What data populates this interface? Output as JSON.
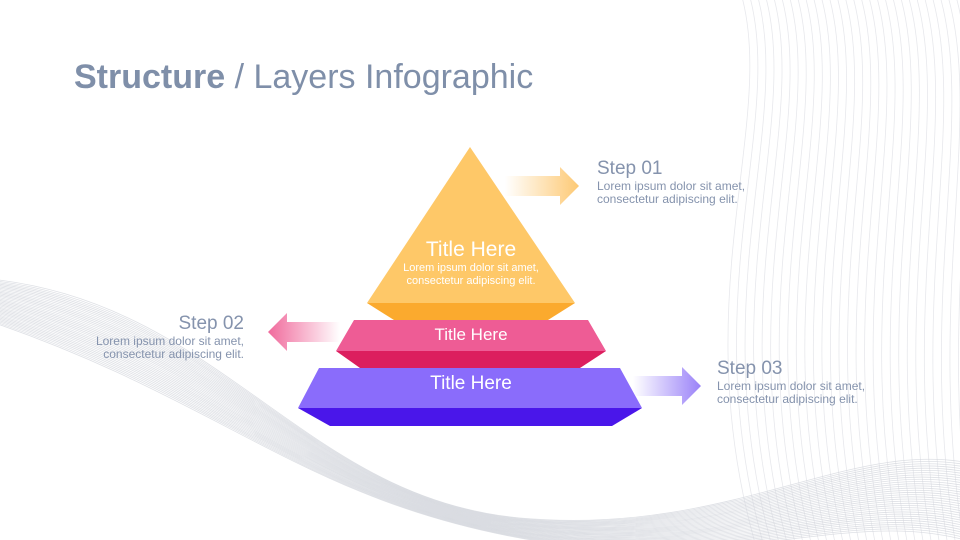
{
  "slide": {
    "title_bold": "Structure",
    "title_sep": " / ",
    "title_rest": "Layers Infographic"
  },
  "pyramid": {
    "top": {
      "title": "Title Here",
      "desc_1": "Lorem ipsum dolor sit amet,",
      "desc_2": "consectetur adipiscing elit.",
      "color_face": "#fec868",
      "color_base": "#fbaa2e"
    },
    "middle": {
      "title": "Title Here",
      "color_face": "#ee5c95",
      "color_base": "#dc1e5e"
    },
    "bottom": {
      "title": "Title Here",
      "color_face": "#8a6cfb",
      "color_base": "#4a16ea"
    }
  },
  "steps": [
    {
      "name": "Step 01",
      "desc_1": "Lorem ipsum dolor sit amet,",
      "desc_2": "consectetur adipiscing elit.",
      "arrow_color": "#fdc974"
    },
    {
      "name": "Step 02",
      "desc_1": "Lorem ipsum dolor sit amet,",
      "desc_2": "consectetur adipiscing elit.",
      "arrow_color": "#f06a9c"
    },
    {
      "name": "Step 03",
      "desc_1": "Lorem ipsum dolor sit amet,",
      "desc_2": "consectetur adipiscing elit.",
      "arrow_color": "#9a82f8"
    }
  ],
  "colors": {
    "title": "#7f8fa9",
    "step_text": "#8593ad",
    "background_lines": "#d3d6dc"
  }
}
